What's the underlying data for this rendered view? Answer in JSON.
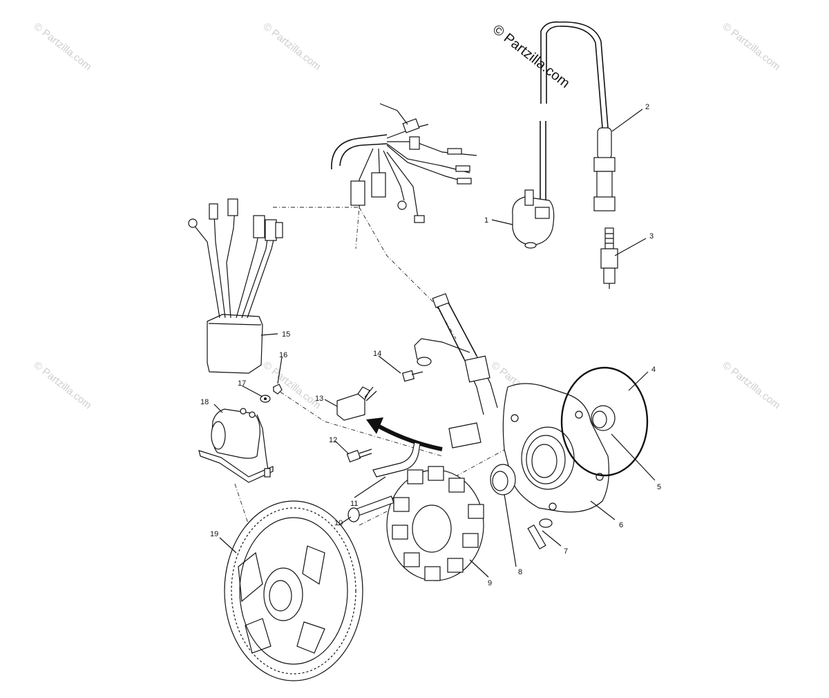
{
  "watermark": {
    "main": "© Partzilla.com",
    "faint": "© Partzilla.com"
  },
  "callouts": [
    "1",
    "2",
    "3",
    "4",
    "5",
    "6",
    "7",
    "8",
    "9",
    "10",
    "11",
    "12",
    "13",
    "14",
    "15",
    "16",
    "17",
    "18",
    "19"
  ]
}
